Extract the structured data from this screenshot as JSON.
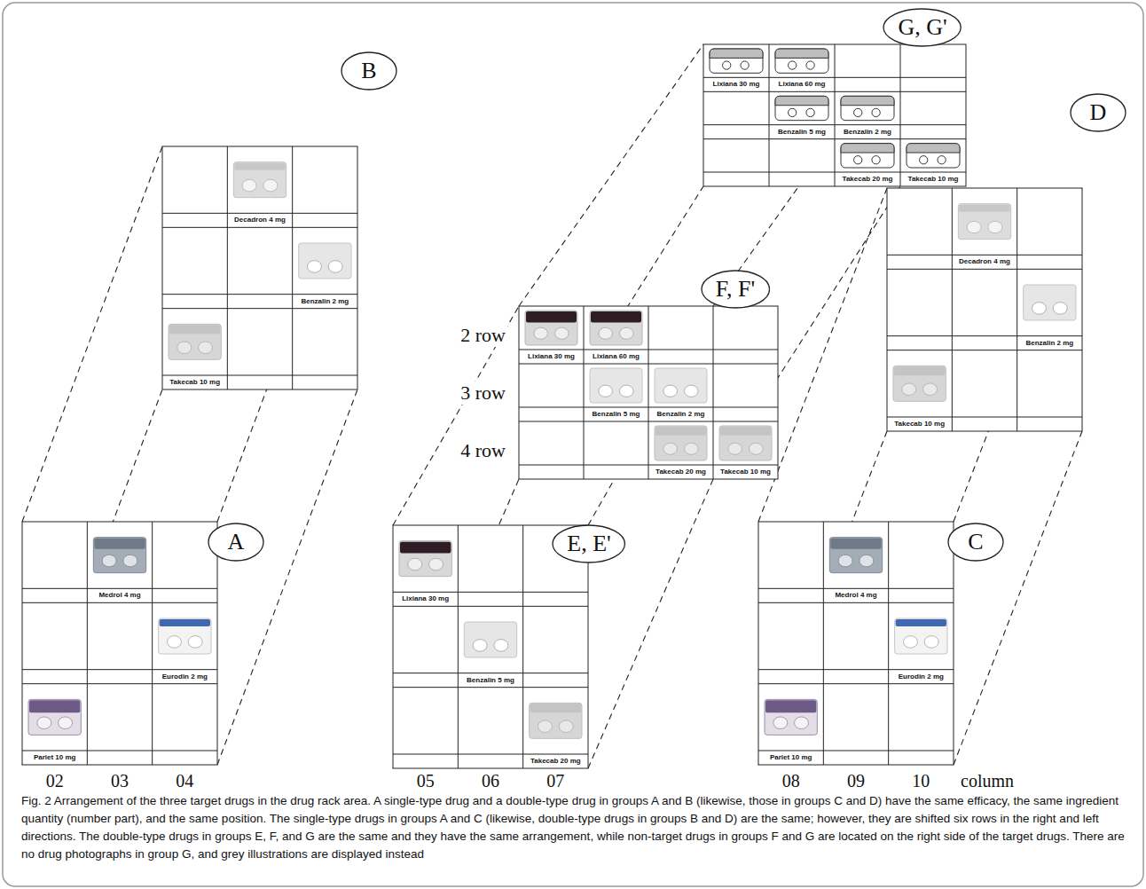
{
  "diagram": {
    "caption": "Fig. 2 Arrangement of the three target drugs in the drug rack area. A single-type drug and a double-type drug in groups A and B (likewise, those in groups C and D) have the same efficacy, the same ingredient quantity (number part), and the same position. The single-type drugs in groups A and C (likewise, double-type drugs in groups B and D) are the same; however, they are shifted six rows in the right and left directions. The double-type drugs in groups E, F, and G are the same and they have the same arrangement, while non-target drugs in groups F and G are located on the right side of the target drugs. There are no drug photographs in group G, and grey illustrations are displayed instead",
    "nodes": [
      {
        "text": [
          "A"
        ]
      },
      {
        "text": [
          "B"
        ]
      },
      {
        "text": [
          "C"
        ]
      },
      {
        "text": [
          "D"
        ]
      },
      {
        "text": [
          "E, E'"
        ]
      },
      {
        "text": [
          "F, F'"
        ]
      },
      {
        "text": [
          "G, G'"
        ]
      }
    ],
    "labels": [
      "2 row",
      "3 row",
      "4 row",
      "02",
      "03",
      "04",
      "05",
      "06",
      "07",
      "08",
      "09",
      "10",
      "column",
      "Medrol 4 mg",
      "Eurodin 2 mg",
      "Pariet 10 mg",
      "Decadron 4 mg",
      "Benzalin 2 mg",
      "Takecab 10 mg",
      "Medrol 4 mg",
      "Eurodin 2 mg",
      "Pariet 10 mg",
      "Decadron 4 mg",
      "Benzalin 2 mg",
      "Takecab 10 mg",
      "Lixiana 30 mg",
      "Benzalin 5 mg",
      "Takecab 20 mg",
      "Lixiana 30 mg",
      "Lixiana 60 mg",
      "Benzalin 5 mg",
      "Benzalin 2 mg",
      "Takecab 20 mg",
      "Takecab 10 mg",
      "Lixiana 30 mg",
      "Lixiana 60 mg",
      "Benzalin 5 mg",
      "Benzalin 2 mg",
      "Takecab 20 mg",
      "Takecab 10 mg"
    ]
  }
}
